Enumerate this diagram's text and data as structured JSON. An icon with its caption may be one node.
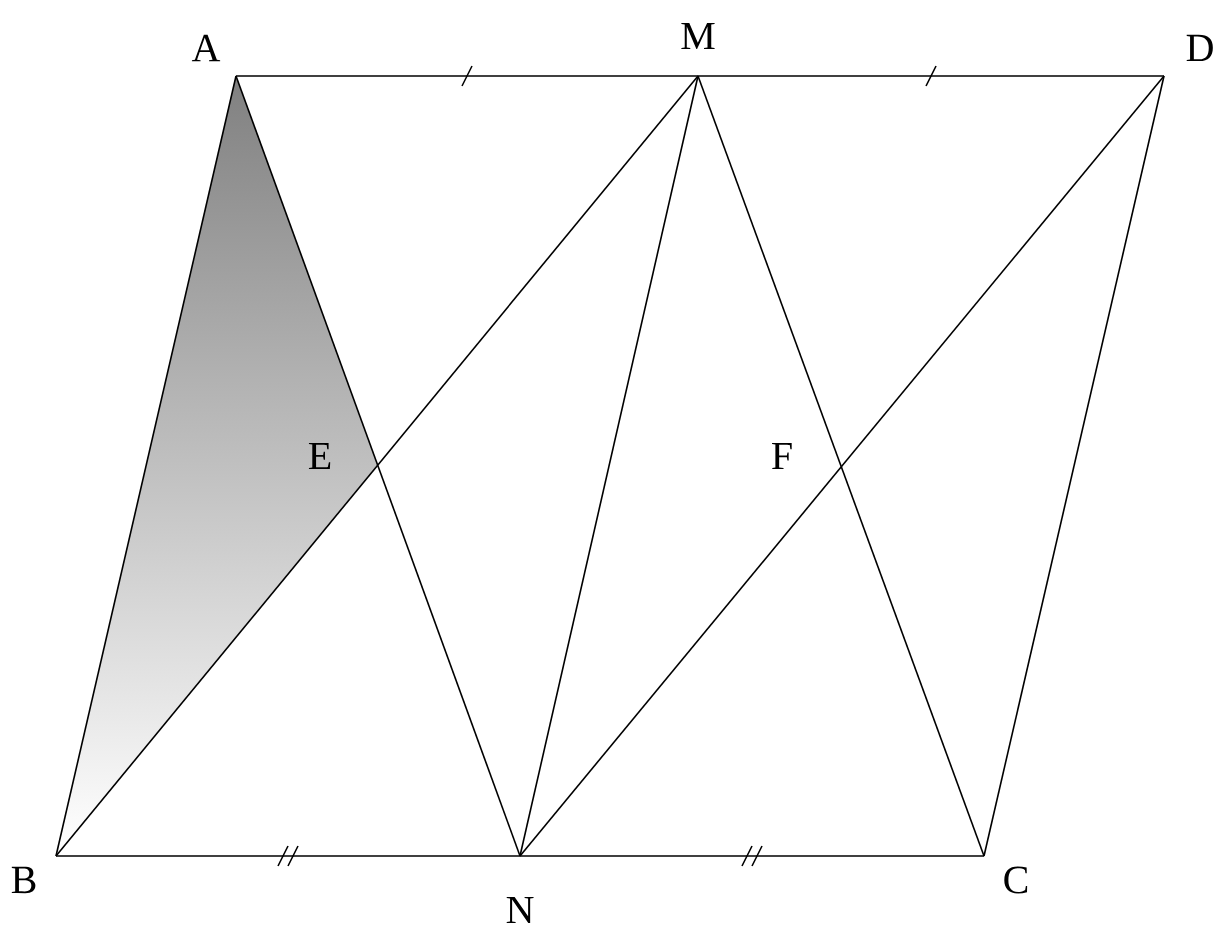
{
  "diagram": {
    "nodes": [
      {
        "text": [
          "A"
        ]
      },
      {
        "text": [
          "M"
        ]
      },
      {
        "text": [
          "D"
        ]
      },
      {
        "text": [
          "E"
        ]
      },
      {
        "text": [
          "F"
        ]
      },
      {
        "text": [
          "B"
        ]
      },
      {
        "text": [
          "N"
        ]
      },
      {
        "text": [
          "C"
        ]
      }
    ],
    "edges": [
      {
        "from": 0,
        "to": 1,
        "arrow": "none"
      },
      {
        "from": 1,
        "to": 2,
        "arrow": "none"
      },
      {
        "from": 0,
        "to": 5,
        "arrow": "none"
      },
      {
        "from": 0,
        "to": 3,
        "arrow": "none"
      },
      {
        "from": 3,
        "to": 6,
        "arrow": "none"
      },
      {
        "from": 5,
        "to": 3,
        "arrow": "none"
      },
      {
        "from": 3,
        "to": 1,
        "arrow": "none"
      },
      {
        "from": 1,
        "to": 6,
        "arrow": "none"
      },
      {
        "from": 6,
        "to": 4,
        "arrow": "none"
      },
      {
        "from": 4,
        "to": 2,
        "arrow": "none"
      },
      {
        "from": 1,
        "to": 4,
        "arrow": "none"
      },
      {
        "from": 4,
        "to": 7,
        "arrow": "none"
      },
      {
        "from": 2,
        "to": 7,
        "arrow": "none"
      },
      {
        "from": 5,
        "to": 6,
        "arrow": "none"
      },
      {
        "from": 6,
        "to": 7,
        "arrow": "none"
      }
    ]
  }
}
